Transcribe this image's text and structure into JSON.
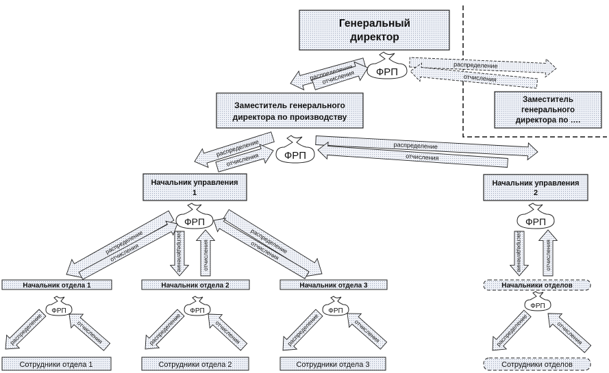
{
  "boxes": {
    "gen_dir_l1": "Генеральный",
    "gen_dir_l2": "директор",
    "deputy_prod_l1": "Заместитель генерального",
    "deputy_prod_l2": "директора по производству",
    "deputy_other_l1": "Заместитель",
    "deputy_other_l2": "генерального",
    "deputy_other_l3": "директора по ….",
    "head_mgmt1_l1": "Начальник управления",
    "head_mgmt1_l2": "1",
    "head_mgmt2_l1": "Начальник управления",
    "head_mgmt2_l2": "2",
    "dept1": "Начальник отдела 1",
    "dept2": "Начальник отдела 2",
    "dept3": "Начальник отдела 3",
    "dept_heads": "Начальники отделов",
    "staff1": "Сотрудники отдела 1",
    "staff2": "Сотрудники отдела 2",
    "staff3": "Сотрудники отдела 3",
    "staff_all": "Сотрудники отделов"
  },
  "fund_label": "ФРП",
  "arrow_labels": {
    "distribution": "распределение",
    "deductions": "отчисления"
  },
  "colors": {
    "box_fill": "#e6eaf2",
    "arrow_fill": "#e8ecf3",
    "stroke": "#222222"
  }
}
